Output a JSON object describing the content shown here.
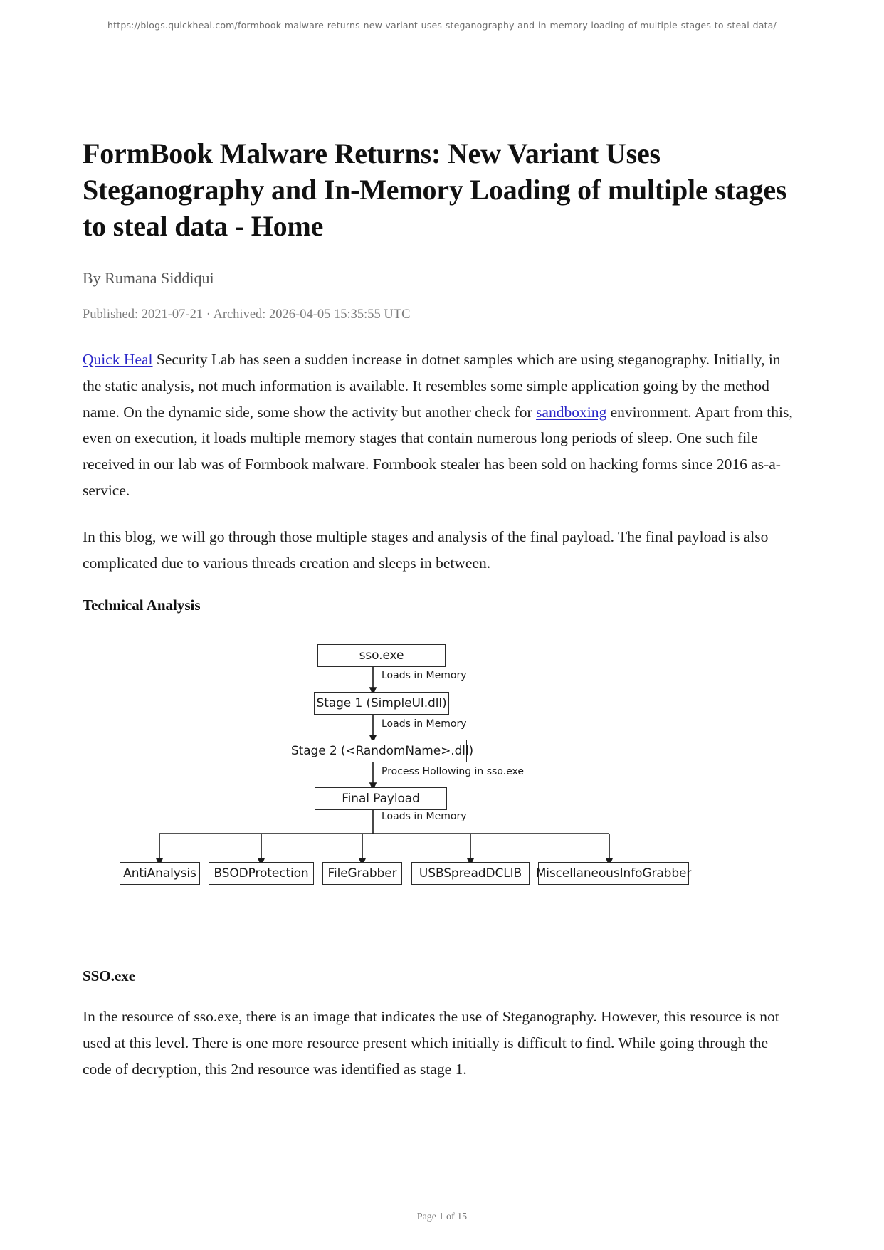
{
  "archive": {
    "url": "https://blogs.quickheal.com/formbook-malware-returns-new-variant-uses-steganography-and-in-memory-loading-of-multiple-stages-to-steal-data/"
  },
  "article": {
    "title": "FormBook Malware Returns: New Variant Uses Steganography and In-Memory Loading of multiple stages to steal data - Home",
    "byline": "By Rumana Siddiqui",
    "meta": "Published: 2021-07-21 · Archived: 2026-04-05 15:35:55 UTC",
    "paragraph1": {
      "link1": "Quick Heal",
      "part1": " Security Lab has seen a sudden increase in dotnet samples which are using steganography. Initially, in the static analysis, not much information is available. It resembles some simple application going by the method name. On the dynamic side, some show the activity but another check for ",
      "link2": "sandboxing",
      "part2": " environment. Apart from this, even on execution, it loads multiple memory stages that contain numerous long periods of sleep.  One such file received in our lab was of Formbook malware. Formbook stealer has been sold on hacking forms since 2016 as-a-service."
    },
    "paragraph2": "In this blog, we will go through those multiple stages and analysis of the final payload. The final payload is also complicated due to various threads creation and sleeps in between.",
    "heading_technical": "Technical Analysis",
    "heading_ssoexe": "SSO.exe",
    "paragraph3": "In the resource of sso.exe, there is an image that indicates the use of Steganography. However, this resource is not used at this level. There is one more resource present which initially is difficult to find. While going through the code of decryption, this 2nd resource was identified as stage 1."
  },
  "diagram": {
    "nodes": {
      "sso": "sso.exe",
      "stage1": "Stage 1 (SimpleUI.dll)",
      "stage2": "Stage 2 (<RandomName>.dll)",
      "final": "Final Payload",
      "leaf1": "AntiAnalysis",
      "leaf2": "BSODProtection",
      "leaf3": "FileGrabber",
      "leaf4": "USBSpreadDCLIB",
      "leaf5": "MiscellaneousInfoGrabber"
    },
    "edges": {
      "e1": "Loads in Memory",
      "e2": "Loads in Memory",
      "e3": "Process Hollowing in sso.exe",
      "e4": "Loads in Memory"
    }
  },
  "footer": {
    "page_indicator": "Page 1 of 15"
  },
  "colors": {
    "link": "#2a26c8",
    "text": "#1d1d1d",
    "muted": "#7b7b7b",
    "diagram_stroke": "#2b2b2b"
  }
}
